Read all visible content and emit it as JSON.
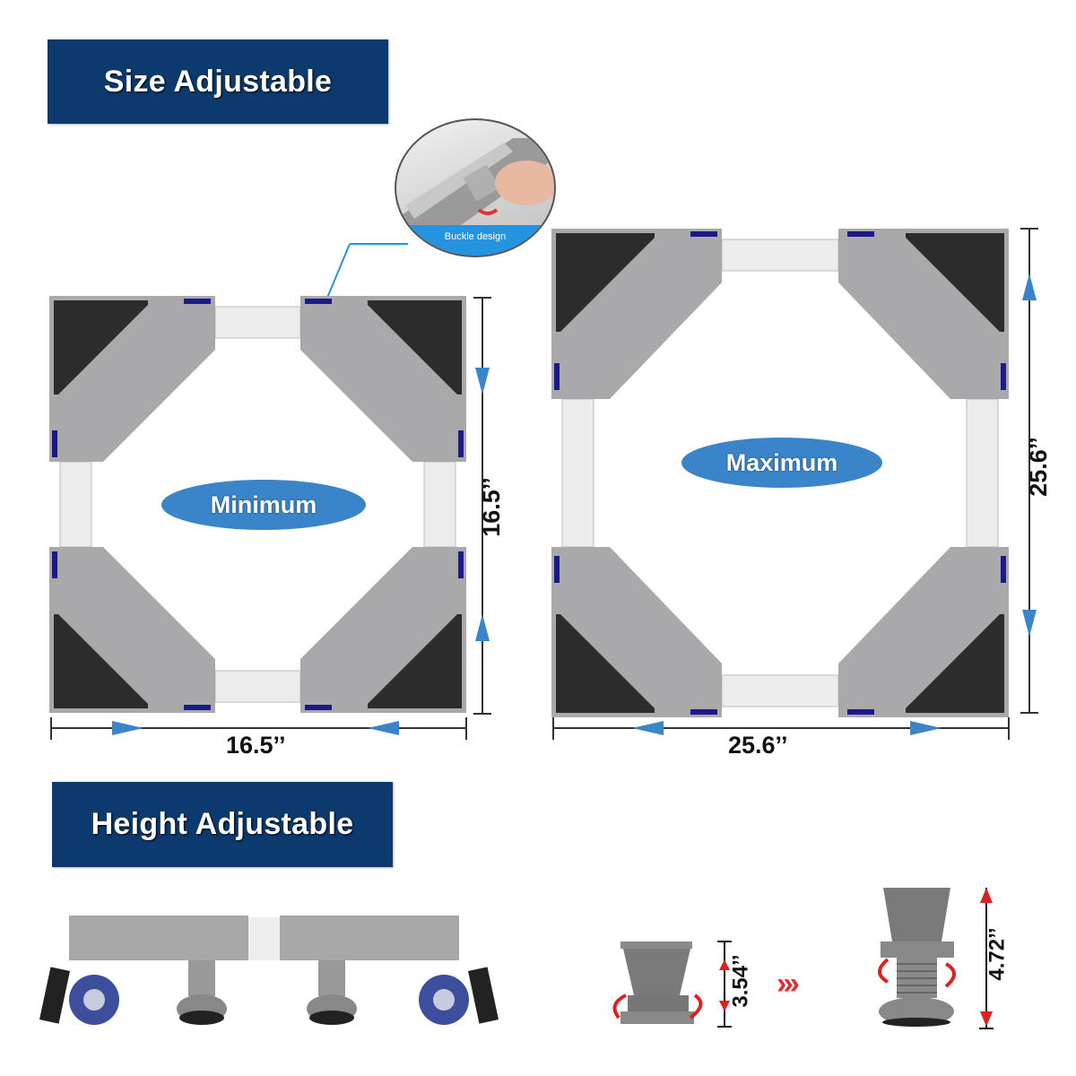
{
  "headers": {
    "size": "Size Adjustable",
    "height": "Height Adjustable"
  },
  "inset": {
    "caption": "Buckle design"
  },
  "frames": {
    "minimum": {
      "label": "Minimum",
      "width": "16.5’’",
      "height": "16.5’’"
    },
    "maximum": {
      "label": "Maximum",
      "width": "25.6’’",
      "height": "25.6’’"
    }
  },
  "feet": {
    "short_height": "3.54’’",
    "tall_height": "4.72’’",
    "arrow": "›››"
  },
  "colors": {
    "banner": "#0d3a6e",
    "pill": "#3a84c9",
    "arrow_blue": "#3a84c9",
    "arrow_red": "#e02020",
    "pad": "#2c2c2c",
    "bracket": "#a9a9ab"
  }
}
